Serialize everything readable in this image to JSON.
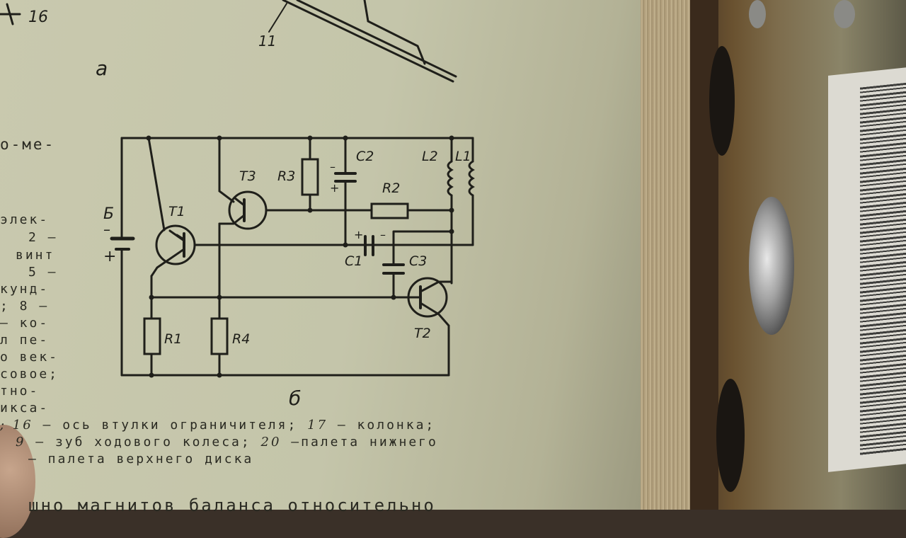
{
  "figure_labels": {
    "part_a": "а",
    "part_b": "б",
    "top_num_16": "16",
    "top_num_11": "11"
  },
  "components": {
    "battery": "Б",
    "battery_minus": "–",
    "battery_plus": "+",
    "t1": "T1",
    "t2": "T2",
    "t3": "T3",
    "r1": "R1",
    "r2": "R2",
    "r3": "R3",
    "r4": "R4",
    "c1": "C1",
    "c2": "C2",
    "c3": "C3",
    "l1": "L1",
    "l2": "L2",
    "c1_plus": "+",
    "c1_minus": "–",
    "c2_minus": "–",
    "c2_plus": "+"
  },
  "left_text": [
    "о-ме-",
    "элек-",
    "2 —",
    "винт",
    "5 —",
    "кунд-",
    "; 8 —",
    "— ко-",
    "л пе-",
    "о век-",
    "совое;",
    "тно-",
    "икса-"
  ],
  "caption": {
    "line1_num_a": "; 16",
    "line1_text_a": " — ось втулки ограничителя; ",
    "line1_num_b": "17",
    "line1_text_b": " — колонка;",
    "line2_num_a": "9",
    "line2_text_a": " — зуб ходового колеса; ",
    "line2_num_b": "20",
    "line2_text_b": " —палета нижнего",
    "line3_text": "— палета верхнего диска",
    "bottom_cut": "шно магнитов баланса относительно"
  },
  "colors": {
    "paper": "#c6c7ab",
    "ink": "#1f1f1a",
    "cover": "#6a5230"
  }
}
